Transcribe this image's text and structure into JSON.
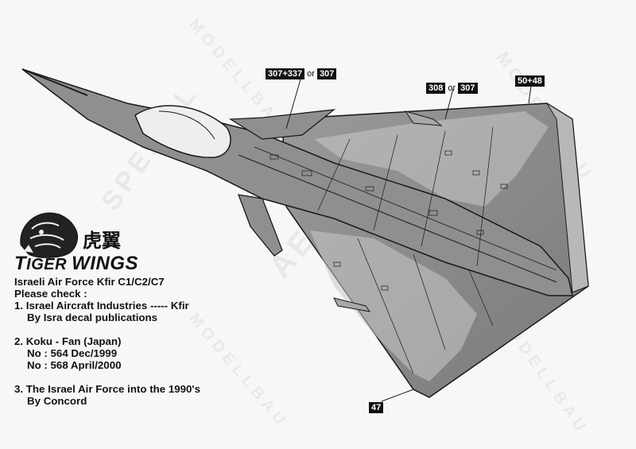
{
  "watermarks": {
    "brand_repeat": "MODELLBAU",
    "partner_repeat": "SPEZIAL",
    "aero": "AERO"
  },
  "callouts": {
    "tail_number": {
      "a": "307",
      "plus": "+",
      "b": "337",
      "or": "or",
      "c": "307"
    },
    "wing_number": {
      "a": "308",
      "or": "or",
      "b": "307"
    },
    "tip_number": {
      "a": "50",
      "plus": "+",
      "b": "48"
    },
    "lower_number": {
      "a": "47"
    }
  },
  "logo": {
    "title_prefix_big": "T",
    "title_prefix": "IGER",
    "title_suffix": "WINGS",
    "cjk": "虎翼"
  },
  "notes": {
    "heading": "Israeli Air Force Kfir C1/C2/C7",
    "please_check": "Please check :",
    "ref1_line1": "1. Israel Aircraft Industries ----- Kfir",
    "ref1_line2": "By Isra decal publications",
    "ref2_line1": "2. Koku - Fan (Japan)",
    "ref2_line2": "No : 564 Dec/1999",
    "ref2_line3": "No : 568 April/2000",
    "ref3_line1": "3. The Israel Air Force into the 1990's",
    "ref3_line2": "By Concord"
  },
  "colors": {
    "background": "#f7f7f5",
    "airframe": "#8d8d8d",
    "camo_dark": "#6e6e6e",
    "panel_line": "#1a1a1a",
    "tag_fill": "#111111"
  }
}
